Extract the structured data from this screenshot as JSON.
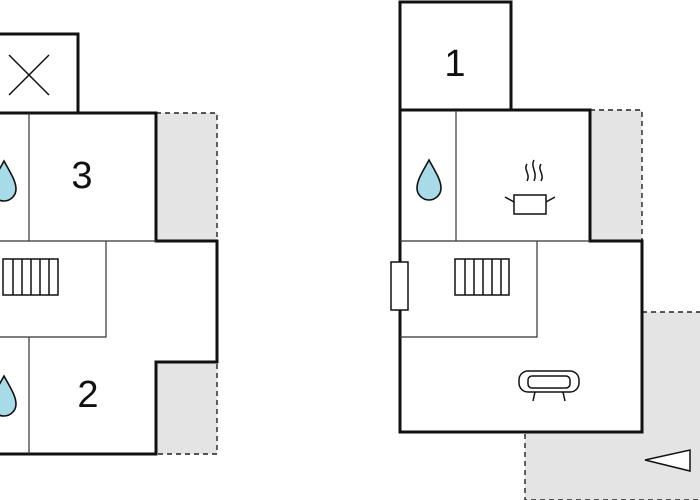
{
  "floor_plan_left": {
    "room_labels": [
      "3",
      "2"
    ],
    "icons": [
      "closed-x-icon",
      "water-drop-icon",
      "radiator-icon",
      "water-drop-icon"
    ]
  },
  "floor_plan_right": {
    "room_labels": [
      "1"
    ],
    "icons": [
      "water-drop-icon",
      "cooking-pot-icon",
      "radiator-icon",
      "sofa-icon",
      "window-icon",
      "entrance-arrow-icon"
    ]
  },
  "colors": {
    "wall": "#111111",
    "terrace_fill": "#e4e4e4",
    "water_drop": "#a8dbe8",
    "background": "#ffffff"
  }
}
